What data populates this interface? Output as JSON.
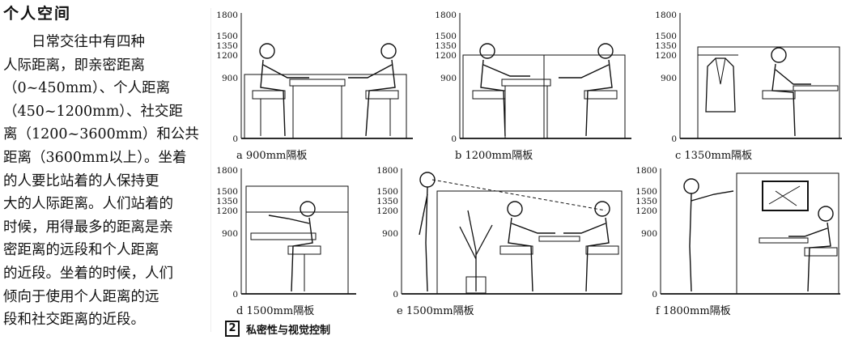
{
  "title": "个人空间",
  "paragraph_lines": [
    "　　日常交往中有四种",
    "人际距离，即亲密距离",
    "（0~450mm）、个人距离",
    "（450~1200mm）、社交距",
    "离（1200~3600mm）和公共",
    "距离（3600mm以上）。坐着",
    "的人要比站着的人保持更",
    "大的人际距离。人们站着的",
    "时候，用得最多的距离是亲",
    "密距离的远段和个人距离",
    "的近段。坐着的时候，人们",
    "倾向于使用个人距离的远",
    "段和社交距离的近段。"
  ],
  "axis_ticks": [
    "1800",
    "1500",
    "1350",
    "1200",
    "900",
    "0"
  ],
  "figures": [
    {
      "id": "a",
      "caption": "a 900mm隔板"
    },
    {
      "id": "b",
      "caption": "b 1200mm隔板"
    },
    {
      "id": "c",
      "caption": "c 1350mm隔板"
    },
    {
      "id": "d",
      "caption": "d 1500mm隔板"
    },
    {
      "id": "e",
      "caption": "e 1500mm隔板"
    },
    {
      "id": "f",
      "caption": "f 1800mm隔板"
    }
  ],
  "figure_number": "2",
  "figure_title": "私密性与视觉控制"
}
